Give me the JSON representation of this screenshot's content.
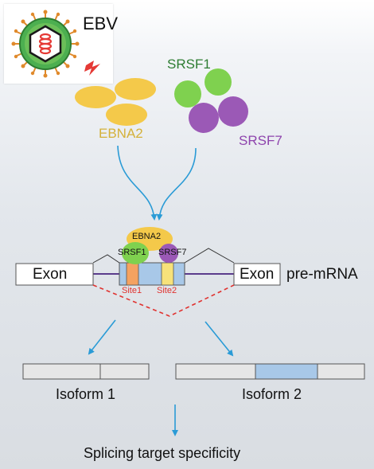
{
  "virus": {
    "label": "EBV"
  },
  "proteins": {
    "ebna2": "EBNA2",
    "srsf1": "SRSF1",
    "srsf7": "SRSF7"
  },
  "pre_mrna": {
    "exon_left": "Exon",
    "exon_right": "Exon",
    "label": "pre-mRNA",
    "site1": "Site1",
    "site2": "Site2",
    "bound_ebna2": "EBNA2",
    "bound_srsf1": "SRSF1",
    "bound_srsf7": "SRSF7"
  },
  "isoforms": {
    "isoform1": "Isoform 1",
    "isoform2": "Isoform 2"
  },
  "conclusion": "Splicing target specificity",
  "colors": {
    "ebna2": "#f4c94a",
    "srsf1": "#7fd14f",
    "srsf7": "#9b59b6",
    "arrow": "#2a9bd6",
    "exon_fill": "#e6e6e6",
    "alt_exon": "#a8c8e8",
    "site1": "#f4a261",
    "site2": "#f7e27a",
    "intron": "#5b3c8c",
    "skip_line": "#e0322f",
    "text_green": "#2e7d32",
    "text_purple": "#8e44ad",
    "text_yellow": "#d4b13a"
  }
}
